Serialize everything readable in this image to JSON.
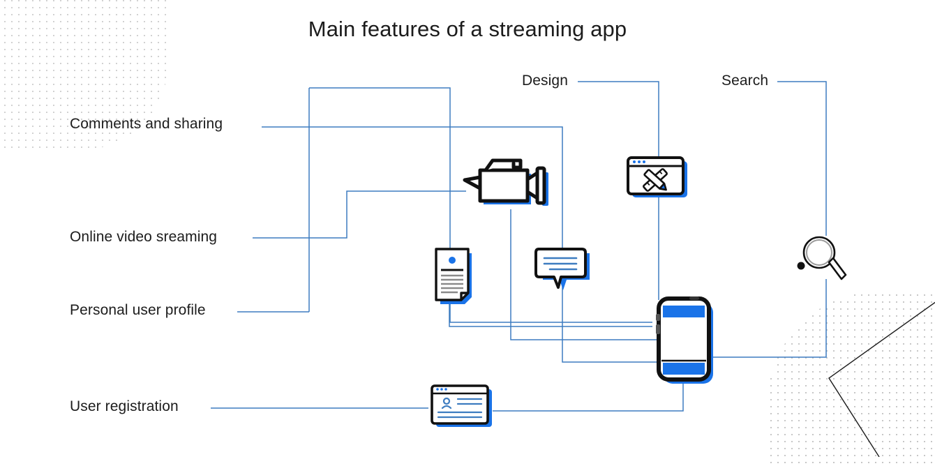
{
  "page": {
    "title": "Main features of a streaming app",
    "background": "#ffffff",
    "accent_blue": "#1a73e8",
    "connector_blue": "#3d7cc0",
    "ink": "#1c1c1c",
    "dot_gray": "#c9c9c9"
  },
  "labels": {
    "comments": "Comments and sharing",
    "video": "Online video sreaming",
    "profile": "Personal user profile",
    "registration": "User registration",
    "design": "Design",
    "search": "Search"
  },
  "icons": {
    "camera": "video-camera-icon",
    "design": "browser-design-tools-icon",
    "document": "user-profile-document-icon",
    "bubble": "comment-speech-bubble-icon",
    "phone": "smartphone-icon",
    "search": "magnifying-glass-icon",
    "register": "registration-form-window-icon"
  },
  "diagram": {
    "type": "feature-map",
    "hub": "smartphone-icon",
    "features": [
      {
        "label": "Comments and sharing",
        "icon": "comment-speech-bubble-icon",
        "side": "left"
      },
      {
        "label": "Online video sreaming",
        "icon": "video-camera-icon",
        "side": "left"
      },
      {
        "label": "Personal user profile",
        "icon": "user-profile-document-icon",
        "side": "left"
      },
      {
        "label": "User registration",
        "icon": "registration-form-window-icon",
        "side": "left"
      },
      {
        "label": "Design",
        "icon": "browser-design-tools-icon",
        "side": "top"
      },
      {
        "label": "Search",
        "icon": "magnifying-glass-icon",
        "side": "right"
      }
    ]
  }
}
